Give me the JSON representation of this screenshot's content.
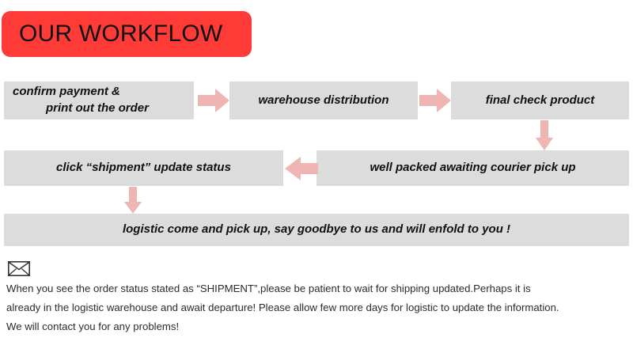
{
  "title_banner": {
    "label": "OUR WORKFLOW",
    "background_color": "#fe3b36"
  },
  "theme": {
    "box_fill": "#dcdcdc",
    "arrow_fill": "#efb5b2",
    "text_color": "#111111",
    "footer_text_color": "#2b2b2b",
    "page_background": "#ffffff"
  },
  "flow": {
    "steps": [
      {
        "id": "confirm-payment",
        "line1": "confirm payment &",
        "line2": "print out the order"
      },
      {
        "id": "warehouse-distribution",
        "label": "warehouse distribution"
      },
      {
        "id": "final-check",
        "label": "final check product"
      },
      {
        "id": "well-packed",
        "label": "well packed awaiting courier pick up"
      },
      {
        "id": "click-shipment",
        "label": "click “shipment” update status"
      },
      {
        "id": "logistic-come",
        "label": "logistic come and pick up,   say goodbye to us and will enfold to you !"
      }
    ],
    "arrows": [
      {
        "id": "arrow-1",
        "direction": "right",
        "from": "confirm-payment",
        "to": "warehouse-distribution"
      },
      {
        "id": "arrow-2",
        "direction": "right",
        "from": "warehouse-distribution",
        "to": "final-check"
      },
      {
        "id": "arrow-3",
        "direction": "down",
        "from": "final-check",
        "to": "well-packed"
      },
      {
        "id": "arrow-4",
        "direction": "left",
        "from": "well-packed",
        "to": "click-shipment"
      },
      {
        "id": "arrow-5",
        "direction": "down",
        "from": "click-shipment",
        "to": "logistic-come"
      }
    ]
  },
  "footer": {
    "icon": "envelope-icon",
    "lines": [
      "When you see the order status stated as “SHIPMENT”,please be patient to wait for shipping updated.Perhaps it is",
      "already in the logistic warehouse and await departure! Please allow few more days for logistic to update the information.",
      "We will contact you for any problems!"
    ]
  }
}
